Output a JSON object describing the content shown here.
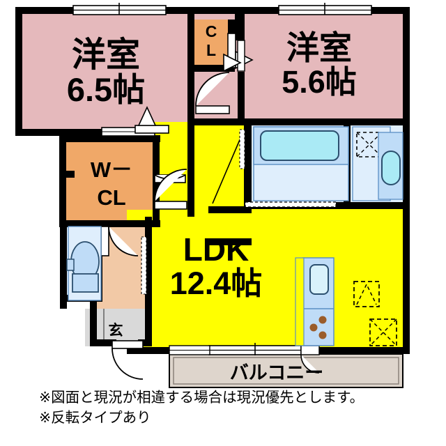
{
  "plan": {
    "title": "間取り図",
    "rooms": [
      {
        "key": "bedroom_main",
        "label_line1": "洋室",
        "label_line2": "6.5帖",
        "type": "western-room",
        "color": "#e5b9bc"
      },
      {
        "key": "bedroom_second",
        "label_line1": "洋室",
        "label_line2": "5.6帖",
        "type": "western-room",
        "color": "#e5b9bc"
      },
      {
        "key": "ldk",
        "label_line1": "LDK",
        "label_line2": "12.4帖",
        "type": "living-dining-kitchen",
        "color": "#ffff00"
      },
      {
        "key": "closet_cl",
        "label_line1": "C",
        "label_line2": "L",
        "type": "closet",
        "color": "#f0a868"
      },
      {
        "key": "closet_wcl",
        "label_line1": "W－",
        "label_line2": "CL",
        "type": "walk-in-closet",
        "color": "#f0a868"
      },
      {
        "key": "entrance",
        "label_line1": "玄",
        "label_line2": "",
        "type": "entrance",
        "color": "#d9d9d9"
      },
      {
        "key": "balcony",
        "label_line1": "バルコニー",
        "label_line2": "",
        "type": "balcony",
        "color": "#ded5cc"
      }
    ],
    "fixtures": [
      {
        "key": "bathtub",
        "name": "bathtub"
      },
      {
        "key": "unit-bath",
        "name": "unit-bath"
      },
      {
        "key": "vanity-sink",
        "name": "vanity-sink"
      },
      {
        "key": "toilet",
        "name": "toilet"
      },
      {
        "key": "kitchen-sink",
        "name": "kitchen-sink"
      },
      {
        "key": "stove-burners",
        "name": "stove-burners"
      },
      {
        "key": "washer-space",
        "name": "washing-machine-space"
      },
      {
        "key": "fridge-space",
        "name": "refrigerator-space"
      }
    ],
    "colors": {
      "wall": "#000000",
      "room_pink": "#e5b9bc",
      "room_yellow": "#ffff00",
      "closet_orange": "#f0a868",
      "corridor_peach": "#f2c9a6",
      "water_blue": "#cfe3f7",
      "tub_blue": "#aaeaf5",
      "fixture_blue": "#bfdcf7",
      "entrance_gray": "#d9d9d9",
      "balcony_beige": "#ded5cc",
      "burner_brown": "#9a5c2a"
    }
  },
  "labels": {
    "bedroom_main_name": "洋室",
    "bedroom_main_size": "6.5帖",
    "bedroom_second_name": "洋室",
    "bedroom_second_size": "5.6帖",
    "ldk_name": "LDK",
    "ldk_size": "12.4帖",
    "cl_line1": "C",
    "cl_line2": "L",
    "wcl_line1": "W－",
    "wcl_line2": "CL",
    "entrance": "玄",
    "balcony": "バルコニー"
  },
  "notes": {
    "line1": "※図面と現況が相違する場合は現況優先とします。",
    "line2": "※反転タイプあり"
  }
}
